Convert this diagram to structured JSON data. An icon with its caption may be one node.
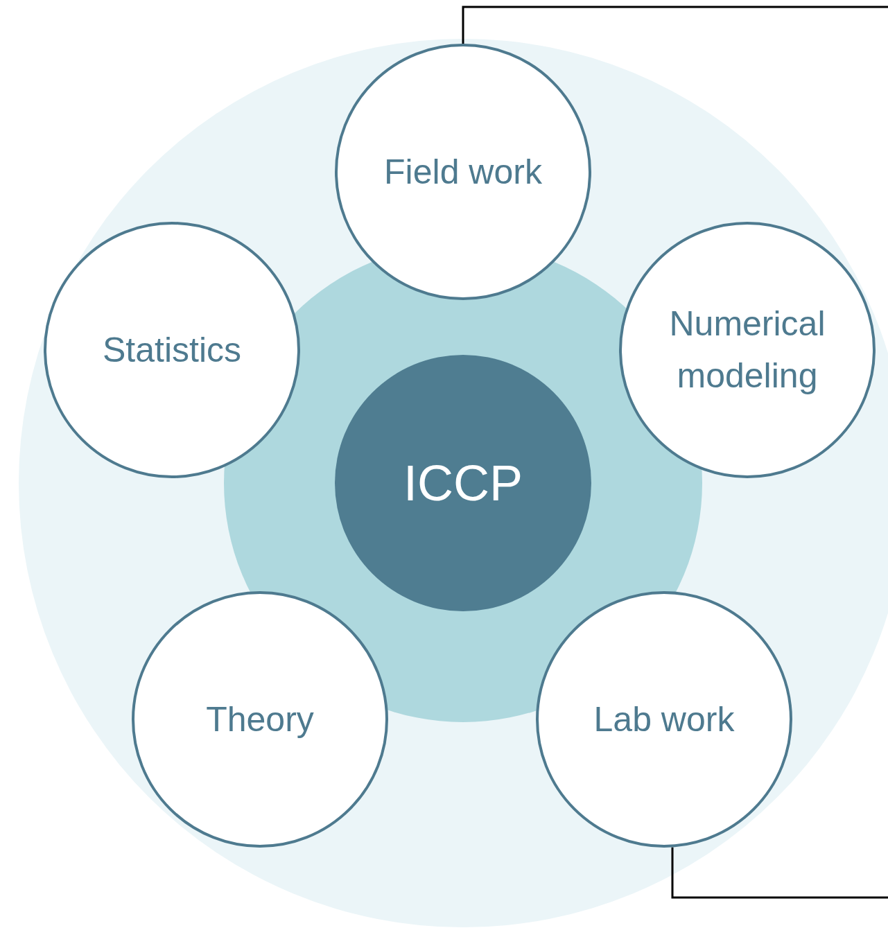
{
  "diagram": {
    "nodes": [
      {
        "text": [
          "Field work"
        ]
      },
      {
        "text": [
          "Statistics"
        ]
      },
      {
        "text": [
          "Numerical modeling"
        ]
      },
      {
        "text": [
          "ICCP"
        ]
      },
      {
        "text": [
          "Theory"
        ]
      },
      {
        "text": [
          "Lab work"
        ]
      }
    ],
    "edges": [
      {
        "from": 0,
        "to": null,
        "arrow": "none"
      },
      {
        "from": 5,
        "to": null,
        "arrow": "none"
      }
    ]
  }
}
